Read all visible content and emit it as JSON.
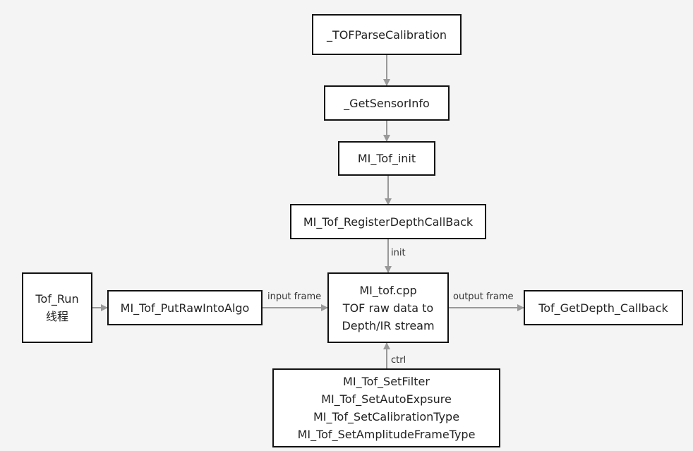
{
  "diagram": {
    "colors": {
      "edge": "#999999",
      "node_border": "#111111",
      "background": "#f4f4f4"
    },
    "nodes": {
      "parse_calibration": [
        "_TOFParseCalibration"
      ],
      "get_sensor_info": [
        "_GetSensorInfo"
      ],
      "tof_init": [
        "MI_Tof_init"
      ],
      "register_callback": [
        "MI_Tof_RegisterDepthCallBack"
      ],
      "tof_run": [
        "Tof_Run",
        "线程"
      ],
      "put_raw": [
        "MI_Tof_PutRawIntoAlgo"
      ],
      "mi_tof_cpp": [
        "MI_tof.cpp",
        "TOF raw data to",
        "Depth/IR stream"
      ],
      "get_depth_callback": [
        "Tof_GetDepth_Callback"
      ],
      "ctrl_funcs": [
        "MI_Tof_SetFilter",
        "MI_Tof_SetAutoExpsure",
        "MI_Tof_SetCalibrationType",
        "MI_Tof_SetAmplitudeFrameType"
      ]
    },
    "edges": [
      {
        "from": "parse_calibration",
        "to": "get_sensor_info",
        "label": ""
      },
      {
        "from": "get_sensor_info",
        "to": "tof_init",
        "label": ""
      },
      {
        "from": "tof_init",
        "to": "register_callback",
        "label": ""
      },
      {
        "from": "register_callback",
        "to": "mi_tof_cpp",
        "label": "init"
      },
      {
        "from": "tof_run",
        "to": "put_raw",
        "label": ""
      },
      {
        "from": "put_raw",
        "to": "mi_tof_cpp",
        "label": "input frame"
      },
      {
        "from": "mi_tof_cpp",
        "to": "get_depth_callback",
        "label": "output frame"
      },
      {
        "from": "ctrl_funcs",
        "to": "mi_tof_cpp",
        "label": "ctrl"
      }
    ]
  }
}
